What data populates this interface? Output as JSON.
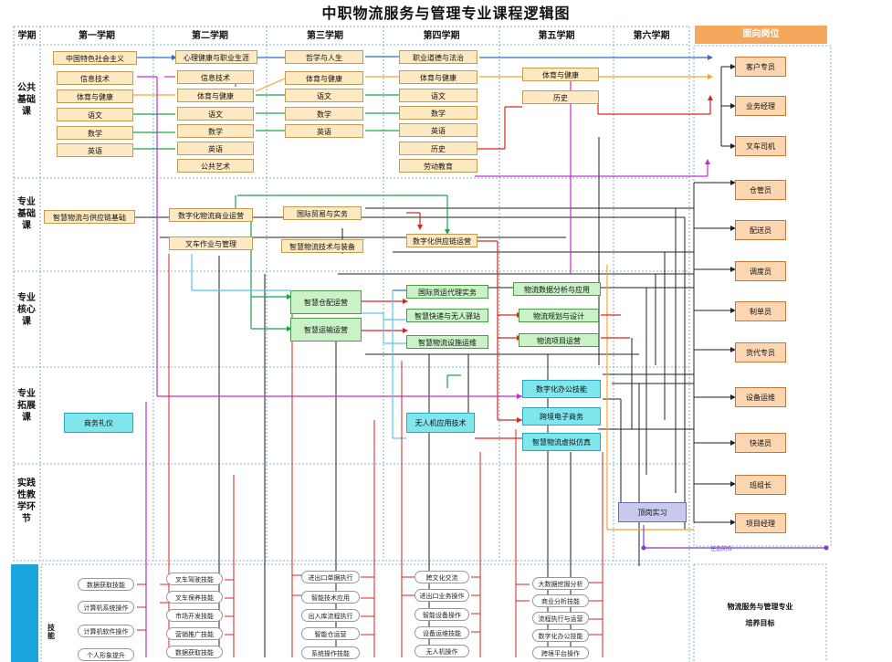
{
  "title": "中职物流服务与管理专业课程逻辑图",
  "semester_header": "学期",
  "semesters": [
    "第一学期",
    "第二学期",
    "第三学期",
    "第四学期",
    "第五学期",
    "第六学期"
  ],
  "row_labels": [
    "公共基础课",
    "专业基础课",
    "专业核心课",
    "专业拓展课",
    "实践性教学环节"
  ],
  "career_title": "面向岗位",
  "careers": [
    "客户专员",
    "业务经理",
    "叉车司机",
    "仓管员",
    "配送员",
    "调度员",
    "制单员",
    "货代专员",
    "设备运维",
    "快递员",
    "班组长",
    "项目经理"
  ],
  "courses": {
    "public": [
      "中国特色社会主义",
      "信息技术",
      "体育与健康",
      "语文",
      "数学",
      "英语",
      "心理健康与职业生涯",
      "信息技术",
      "体育与健康",
      "语文",
      "数学",
      "英语",
      "公共艺术",
      "哲学与人生",
      "体育与健康",
      "语文",
      "数学",
      "英语",
      "职业道德与法治",
      "体育与健康",
      "语文",
      "数学",
      "英语",
      "历史",
      "劳动教育",
      "体育与健康",
      "历史"
    ],
    "basic": [
      "智慧物流与供应链基础",
      "数字化物流商业运营",
      "叉车作业与管理",
      "国际贸易与实务",
      "智慧物流技术与装备",
      "数字化供应链运营"
    ],
    "core": [
      "智慧仓配运营",
      "智慧运输运营",
      "国际货运代理实务",
      "智慧快递与无人驿站",
      "智慧物流设施运维",
      "物流数据分析与应用",
      "物流规划与设计",
      "物流项目运营"
    ],
    "expand": [
      "商务礼仪",
      "无人机应用技术",
      "数字化办公技能",
      "跨境电子商务",
      "智慧物流虚拟仿真"
    ],
    "practice": [
      "顶岗实习"
    ]
  },
  "skill_label": "技能",
  "skills": {
    "s1": [
      "数据获取技能",
      "计算机系统操作",
      "计算机软件操作",
      "个人形象提升"
    ],
    "s2": [
      "叉车驾驶技能",
      "叉车保养技能",
      "市场开发技能",
      "营销推广技能",
      "数据获取技能"
    ],
    "s3": [
      "进出口单据执行",
      "智能技术应用",
      "出入库流程执行",
      "智能仓运营",
      "系统操作技能"
    ],
    "s4": [
      "跨文化交流",
      "进出口业务操作",
      "智能设备操作",
      "设备运维技能",
      "无人机操作"
    ],
    "s5": [
      "大数据挖掘分析",
      "商业分析技能",
      "流程执行与运营",
      "数字化办公技能",
      "跨境平台操作"
    ]
  },
  "legend_tag": "任选岗位",
  "goal_lines": [
    "物流服务与管理专业",
    "培养目标"
  ],
  "colors": {
    "yellow": "#fde9c2",
    "green": "#c9f2c6",
    "cyan": "#7fe6ee",
    "orange": "#fbd6b0",
    "purple": "#c9c9ee",
    "accent": "#f5a85b",
    "grid": "#5aa0c8"
  }
}
